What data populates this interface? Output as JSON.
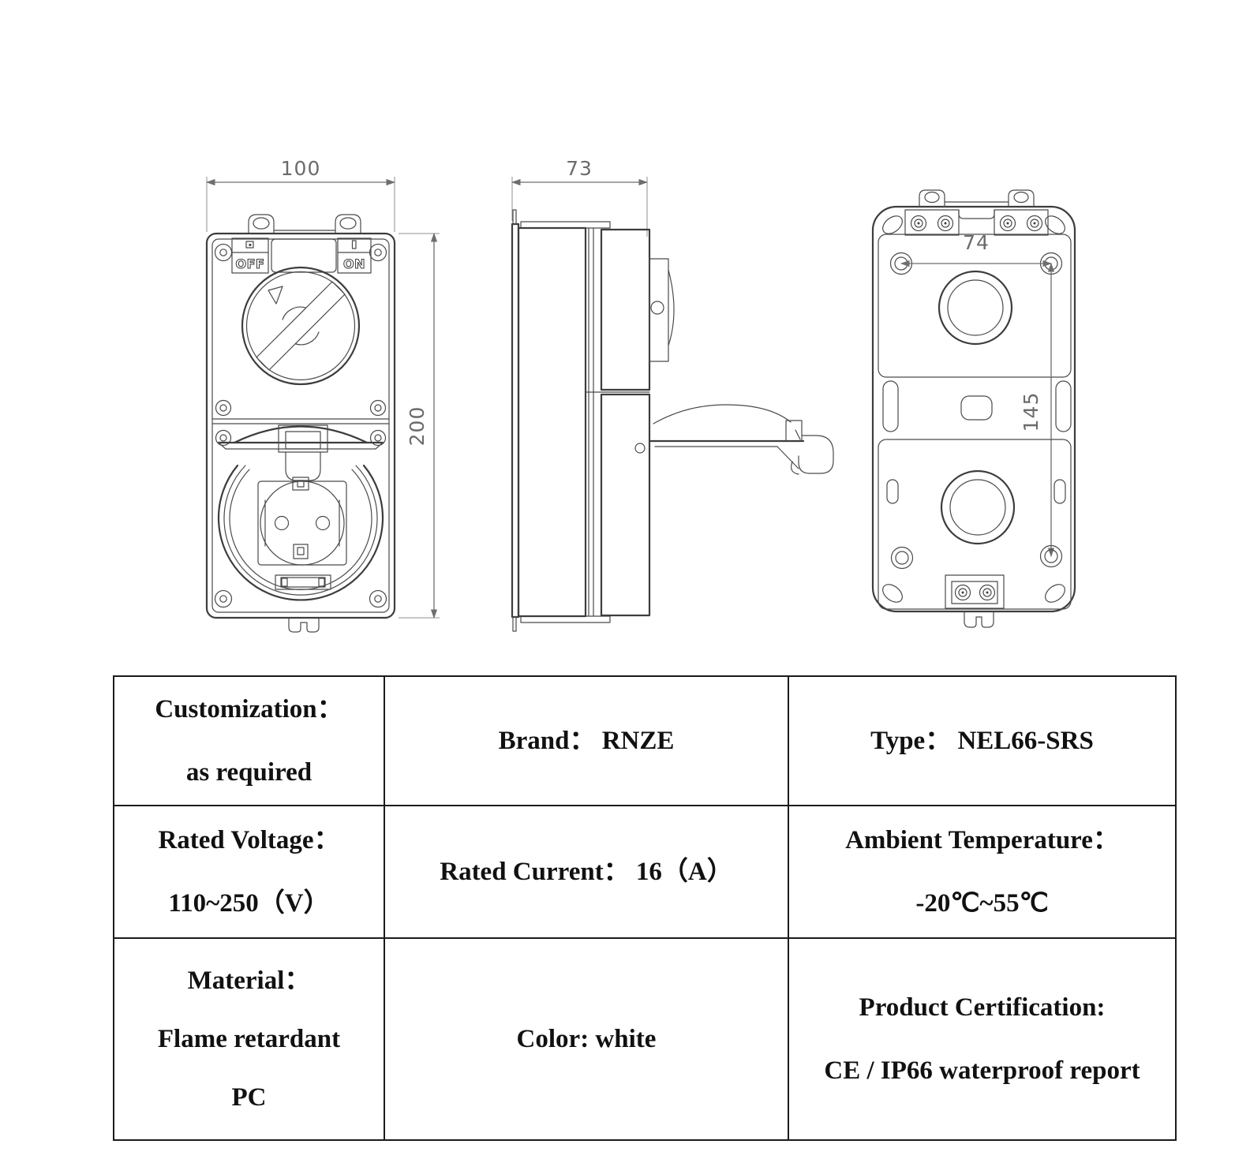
{
  "colors": {
    "drawing_line": "#3d3d3d",
    "dimension_text": "#6b6b6b",
    "table_border": "#1b1b1b",
    "table_text": "#111111"
  },
  "views": {
    "front": {
      "width_dim": "100",
      "height_dim": "200",
      "off_label": "OFF",
      "on_label": "ON"
    },
    "side": {
      "depth_dim": "73"
    },
    "back": {
      "hole_spacing_horizontal_dim": "74",
      "hole_spacing_vertical_dim": "145"
    }
  },
  "table": {
    "rows": [
      [
        [
          "Customization：",
          "as required"
        ],
        [
          "Brand： RNZE"
        ],
        [
          "Type： NEL66-SRS"
        ]
      ],
      [
        [
          "Rated Voltage：",
          "110~250（V）"
        ],
        [
          "Rated Current： 16（A）"
        ],
        [
          "Ambient Temperature：",
          "-20℃~55℃"
        ]
      ],
      [
        [
          "Material：",
          "Flame retardant",
          "PC"
        ],
        [
          "Color: white"
        ],
        [
          "Product Certification:",
          "CE / IP66 waterproof report"
        ]
      ]
    ]
  }
}
